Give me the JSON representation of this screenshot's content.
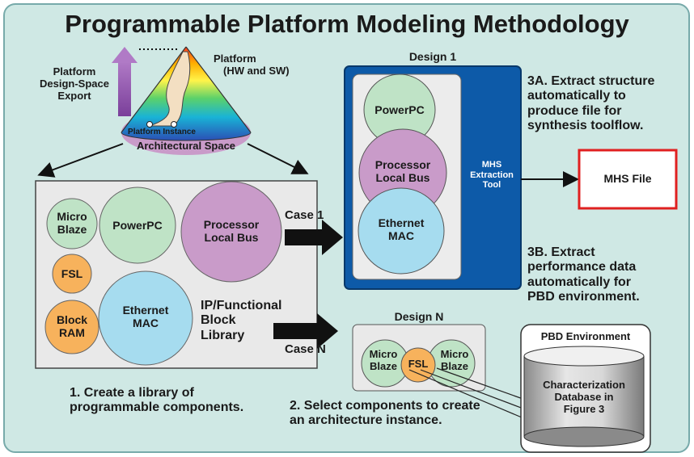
{
  "title": "Programmable Platform Modeling Methodology",
  "platform": {
    "export_label_line1": "Platform",
    "export_label_line2": "Design-Space",
    "export_label_line3": "Export",
    "platform_label_line1": "Platform",
    "platform_label_line2": "(HW and SW)",
    "instance_label": "Platform Instance",
    "space_label": "Architectural Space"
  },
  "library": {
    "microblaze_line1": "Micro",
    "microblaze_line2": "Blaze",
    "powerpc": "PowerPC",
    "plb_line1": "Processor",
    "plb_line2": "Local Bus",
    "fsl": "FSL",
    "ethernet_line1": "Ethernet",
    "ethernet_line2": "MAC",
    "bram_line1": "Block",
    "bram_line2": "RAM",
    "library_line1": "IP/Functional",
    "library_line2": "Block",
    "library_line3": "Library"
  },
  "cases": {
    "case1": "Case 1",
    "caseN": "Case N"
  },
  "design1": {
    "title": "Design 1",
    "powerpc": "PowerPC",
    "plb_line1": "Processor",
    "plb_line2": "Local Bus",
    "ethernet_line1": "Ethernet",
    "ethernet_line2": "MAC",
    "tool_line1": "MHS",
    "tool_line2": "Extraction",
    "tool_line3": "Tool"
  },
  "designN": {
    "title": "Design N",
    "mb1_line1": "Micro",
    "mb1_line2": "Blaze",
    "fsl": "FSL",
    "mb2_line1": "Micro",
    "mb2_line2": "Blaze"
  },
  "mhs_file": "MHS File",
  "step3a": {
    "line1": "3A. Extract structure",
    "line2": "automatically to",
    "line3": "produce file for",
    "line4": "synthesis toolflow."
  },
  "step3b": {
    "line1": "3B. Extract",
    "line2": "performance data",
    "line3": "automatically for",
    "line4": "PBD environment."
  },
  "pbd": {
    "title": "PBD Environment",
    "db_line1": "Characterization",
    "db_line2": "Database in",
    "db_line3": "Figure 3"
  },
  "step1": {
    "line1": "1. Create a library of",
    "line2": "programmable components."
  },
  "step2": {
    "line1": "2. Select components to create",
    "line2": "an architecture instance."
  },
  "colors": {
    "background": "#cfe8e4",
    "green": "#bfe3c6",
    "purple": "#c99bc9",
    "blue": "#a6dcef",
    "orange": "#f7b25c",
    "design1_blue": "#0d5aa8",
    "mhs_border": "#e02020",
    "export_arrow": "#9a5ab0"
  }
}
